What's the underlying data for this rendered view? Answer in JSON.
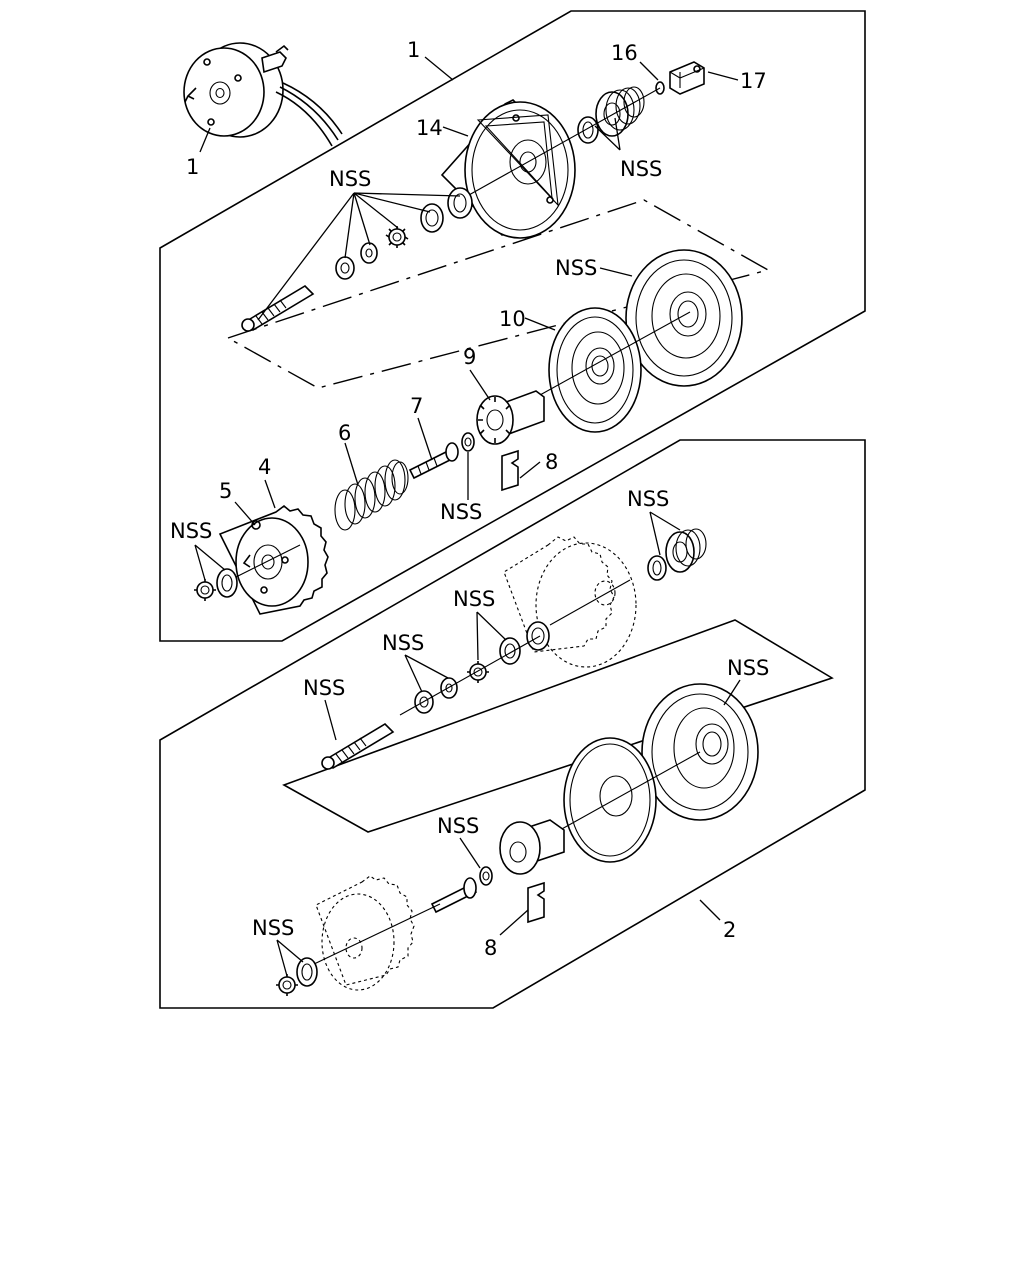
{
  "callouts": {
    "assy_top": "1",
    "assy_thumb": "1",
    "part_14": "14",
    "part_16": "16",
    "part_17": "17",
    "nss_upper_left": "NSS",
    "nss_upper_right": "NSS",
    "nss_diaphragm_upper": "NSS",
    "part_10": "10",
    "part_9": "9",
    "part_7": "7",
    "part_6": "6",
    "part_8_upper": "8",
    "nss_spring_upper": "NSS",
    "part_4": "4",
    "part_5": "5",
    "nss_front_upper": "NSS",
    "nss_spring_lower": "NSS",
    "nss_washers_lower": "NSS",
    "nss_seals_lower": "NSS",
    "nss_rod_lower": "NSS",
    "nss_diaphragm_lower": "NSS",
    "nss_piston_lower": "NSS",
    "part_8_lower": "8",
    "nss_front_lower": "NSS",
    "assy_2": "2"
  }
}
